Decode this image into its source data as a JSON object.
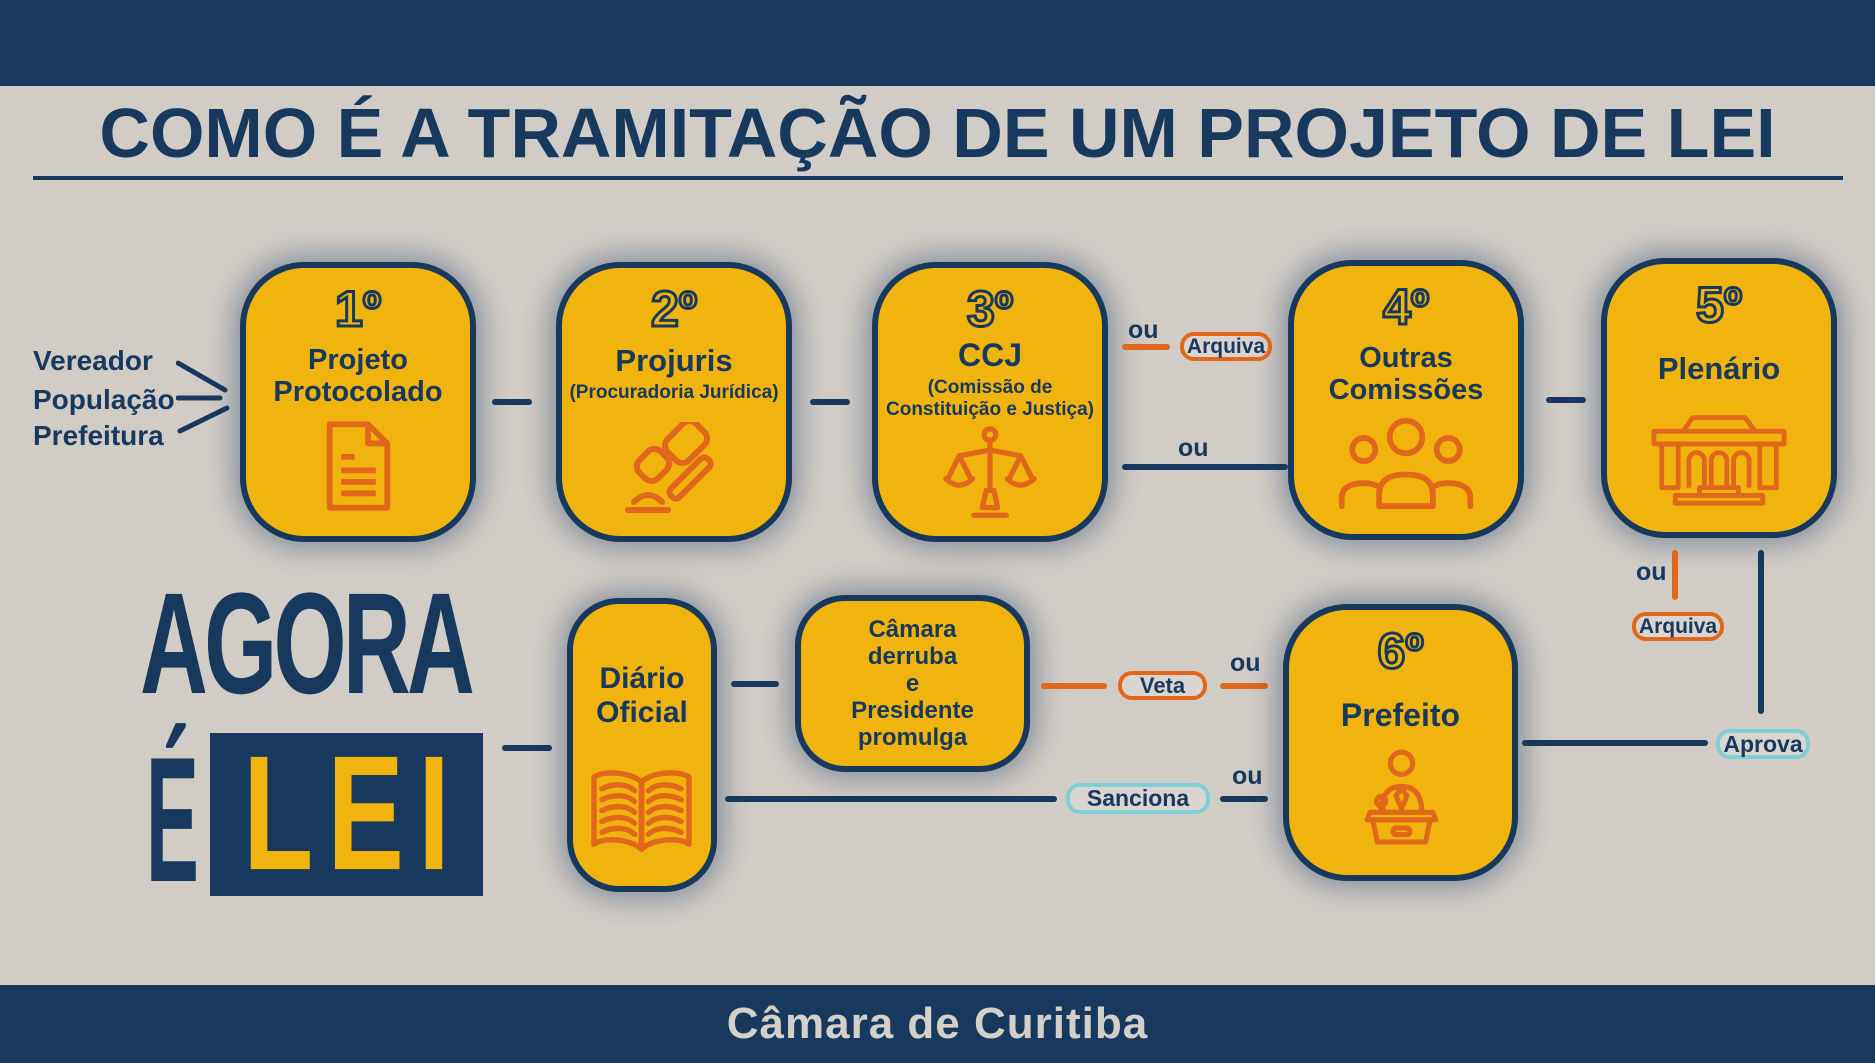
{
  "colors": {
    "navy": "#16395d",
    "yellow": "#f1b40e",
    "orange": "#e0671b",
    "teal": "#7fd0d4",
    "background": "#d2ccc6"
  },
  "header": {
    "title": "COMO É A TRAMITAÇÃO DE UM PROJETO DE LEI"
  },
  "sources": {
    "items": [
      "Vereador",
      "População",
      "Prefeitura"
    ]
  },
  "labels": {
    "ou": "ou"
  },
  "badges": {
    "arquiva": "Arquiva",
    "veta": "Veta",
    "sanciona": "Sanciona",
    "aprova": "Aprova"
  },
  "steps": [
    {
      "number": "1º",
      "name": "Projeto Protocolado",
      "subtitle": "",
      "icon": "document-icon"
    },
    {
      "number": "2º",
      "name": "Projuris",
      "subtitle": "(Procuradoria Jurídica)",
      "icon": "gavel-icon"
    },
    {
      "number": "3º",
      "name": "CCJ",
      "subtitle": "(Comissão de Constituição e Justiça)",
      "icon": "scales-icon"
    },
    {
      "number": "4º",
      "name": "Outras Comissões",
      "subtitle": "",
      "icon": "people-icon"
    },
    {
      "number": "5º",
      "name": "Plenário",
      "subtitle": "",
      "icon": "building-icon"
    },
    {
      "number": "6º",
      "name": "Prefeito",
      "subtitle": "",
      "icon": "podium-icon"
    }
  ],
  "boxes": {
    "diario": {
      "name": "Diário Oficial",
      "icon": "open-book-icon"
    },
    "camara": {
      "lines": [
        "Câmara",
        "derruba",
        "e",
        "Presidente",
        "promulga"
      ]
    }
  },
  "logo": {
    "word1": "AGORA",
    "word2": "É",
    "word3": "LEI"
  },
  "footer": {
    "text": "Câmara de Curitiba"
  }
}
